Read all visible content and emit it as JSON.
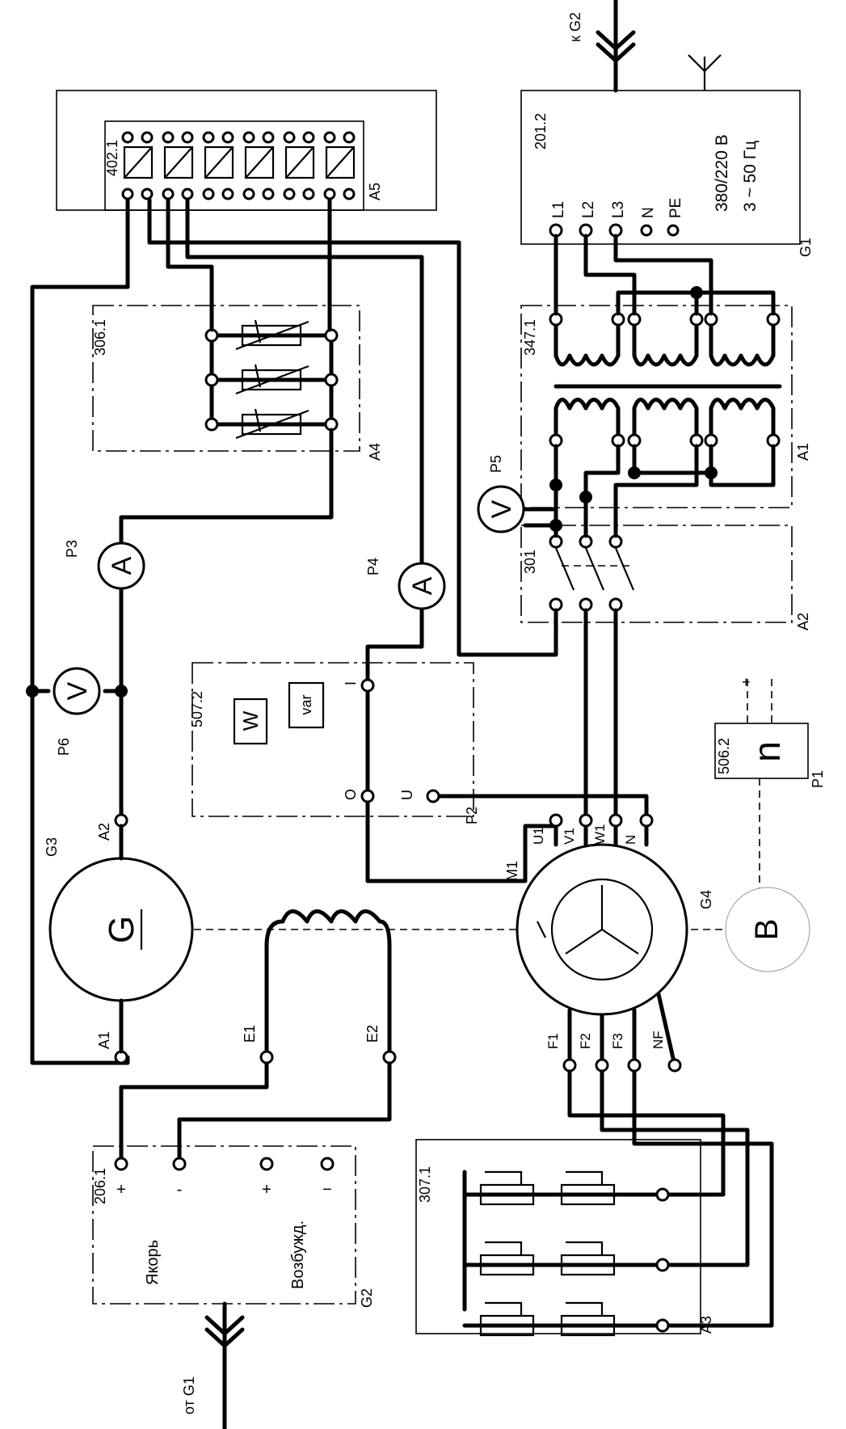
{
  "modules": {
    "a5": {
      "code": "402.1",
      "ref": "A5"
    },
    "g1": {
      "code": "201.2",
      "ref": "G1",
      "voltage": "380/220 В",
      "freq": "3 ~ 50 Гц",
      "terminals": [
        "L1",
        "L2",
        "L3",
        "N",
        "PE"
      ]
    },
    "a4": {
      "code": "306.1",
      "ref": "A4"
    },
    "a1": {
      "code": "347.1",
      "ref": "A1"
    },
    "a2": {
      "code": "301",
      "ref": "A2"
    },
    "p2": {
      "code": "507.2",
      "ref": "P2",
      "btn_w": "W",
      "btn_var": "var",
      "lbl_i": "I",
      "lbl_o": "O",
      "lbl_u": "U"
    },
    "p1": {
      "code": "506.2",
      "ref": "P1",
      "display": "n"
    },
    "g2": {
      "code": "206.1",
      "ref": "G2",
      "armature": "Якорь",
      "excitation": "Возбужд.",
      "plus": "+",
      "minus": "−"
    },
    "a3": {
      "code": "307.1",
      "ref": "A3"
    }
  },
  "cable_top": "к G2",
  "cable_bottom": "от G1",
  "meters": {
    "p3": {
      "ref": "P3",
      "symbol": "A"
    },
    "p4": {
      "ref": "P4",
      "symbol": "A"
    },
    "p5": {
      "ref": "P5",
      "symbol": "V"
    },
    "p6": {
      "ref": "P6",
      "symbol": "V"
    }
  },
  "machines": {
    "g3": {
      "ref": "G3",
      "symbol": "G",
      "t1": "A1",
      "t2": "A2"
    },
    "m1": {
      "ref": "M1",
      "terms": [
        "U1",
        "V1",
        "W1",
        "N"
      ],
      "rotor_terms": [
        "F1",
        "F2",
        "F3",
        "NF"
      ]
    },
    "g4": {
      "ref": "G4",
      "symbol": "B"
    },
    "exc": {
      "e1": "E1",
      "e2": "E2"
    }
  },
  "ac_minus": "-"
}
